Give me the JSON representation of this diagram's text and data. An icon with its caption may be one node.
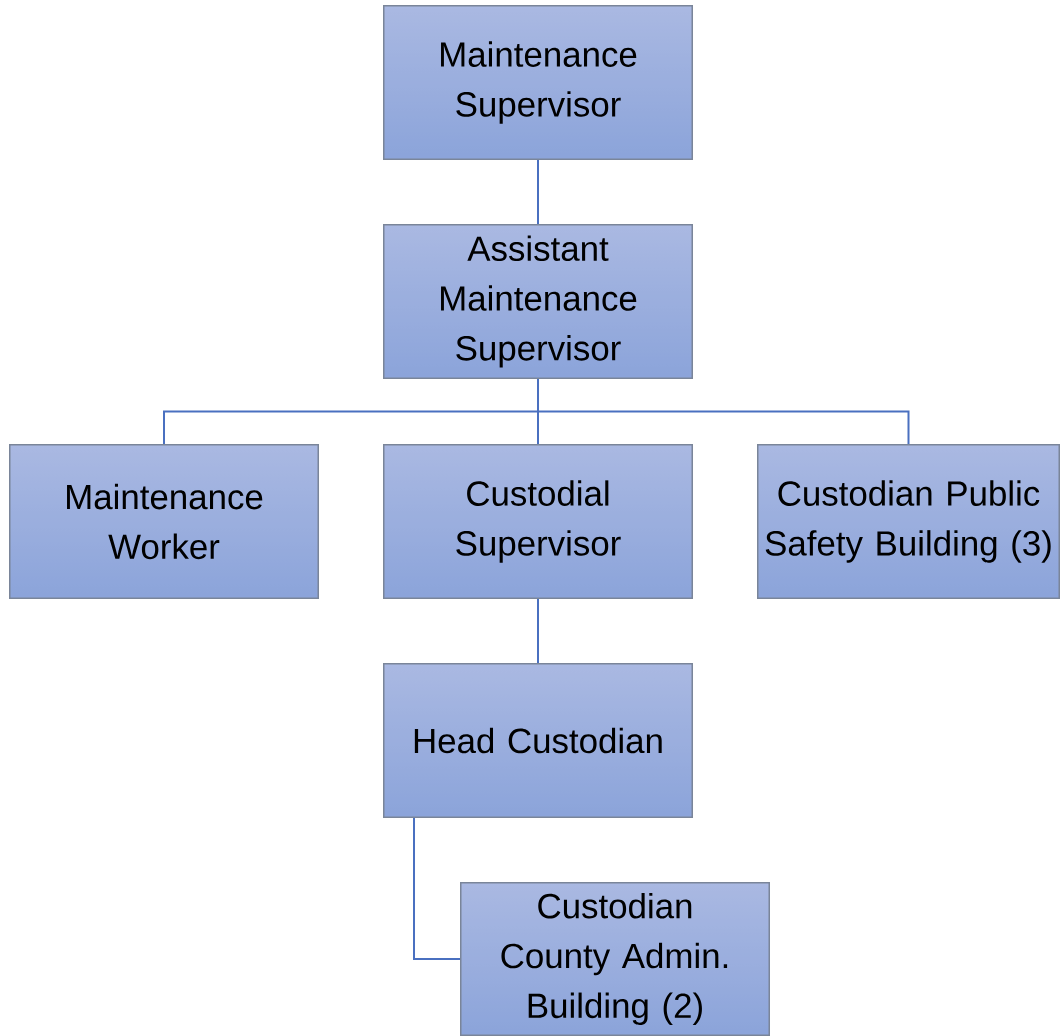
{
  "diagram": {
    "nodes": [
      {
        "text": [
          "Maintenance Supervisor"
        ]
      },
      {
        "text": [
          "Assistant Maintenance Supervisor"
        ]
      },
      {
        "text": [
          "Maintenance Worker"
        ]
      },
      {
        "text": [
          "Custodial Supervisor"
        ]
      },
      {
        "text": [
          "Custodian Public Safety Building (3)"
        ]
      },
      {
        "text": [
          "Head Custodian"
        ]
      },
      {
        "text": [
          "Custodian County Admin. Building (2)"
        ]
      }
    ],
    "edges": [
      {
        "from": 0,
        "to": 1,
        "arrow": "none"
      },
      {
        "from": 1,
        "to": 2,
        "arrow": "none"
      },
      {
        "from": 1,
        "to": 3,
        "arrow": "none"
      },
      {
        "from": 1,
        "to": 4,
        "arrow": "none"
      },
      {
        "from": 3,
        "to": 5,
        "arrow": "none"
      },
      {
        "from": 5,
        "to": 6,
        "arrow": "none"
      }
    ]
  }
}
